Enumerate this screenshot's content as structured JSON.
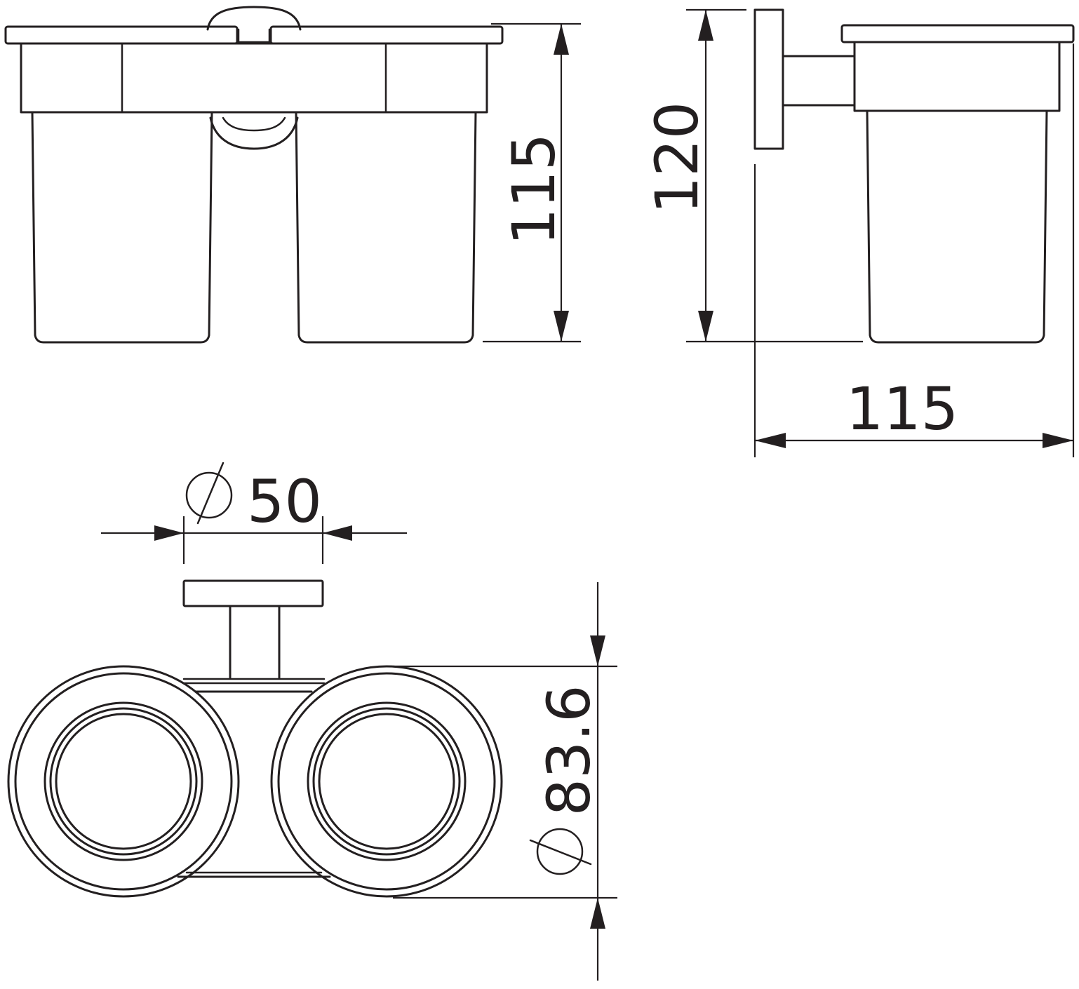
{
  "dimensions": {
    "front_height": "115",
    "side_height": "120",
    "side_depth": "115",
    "diameter_label": "50",
    "diameter_symbol": "⌀",
    "cup_diameter": "83.6"
  },
  "colors": {
    "line": "#231f20",
    "background": "#ffffff"
  }
}
